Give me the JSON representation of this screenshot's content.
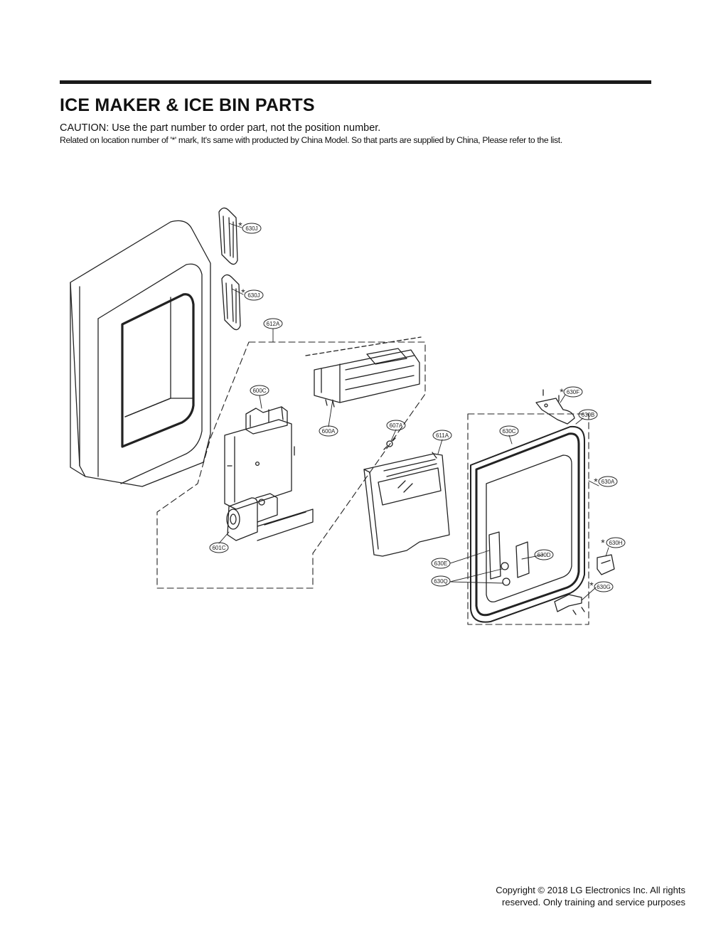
{
  "page": {
    "title": "ICE MAKER & ICE BIN PARTS",
    "caution": "CAUTION: Use the part number to order part, not the position number.",
    "note": "Related on location number of '*' mark, It's same with producted by China Model. So that parts are supplied by China, Please refer to the list.",
    "copyright_line1": "Copyright © 2018 LG Electronics Inc. All rights",
    "copyright_line2": "reserved. Only training and service purposes"
  },
  "diagram": {
    "asterisk": "*",
    "labels": {
      "l630J_a": "630J",
      "l630J_b": "630J",
      "l612A": "612A",
      "l600C": "600C",
      "l600A": "600A",
      "l607A": "607A",
      "l611A": "611A",
      "l601C": "601C",
      "l630F": "630F",
      "l630B": "630B",
      "l630C": "630C",
      "l630A": "630A",
      "l630H": "630H",
      "l630D": "630D",
      "l630E": "630E",
      "l630Q": "630Q",
      "l630G": "630G"
    }
  }
}
